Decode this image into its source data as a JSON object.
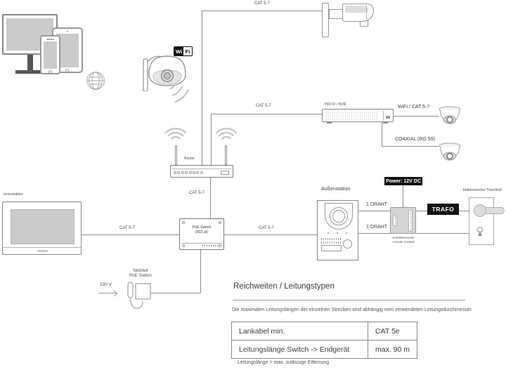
{
  "labels": {
    "cat57": "CAT 5-7",
    "wifi_cat57": "WiFi / CAT 5-7",
    "coaxial": "COAXIAL (RG 59)",
    "hdcvi_nvr": "HDCVI / NVR",
    "router": "Router",
    "wifi_badge_wi": "Wi",
    "wifi_badge_fi": "Fi",
    "innenstation": "Innenstation",
    "aussenstation": "Außenstation",
    "poe_switch_1": "PoE Switch",
    "poe_switch_2": "(802.af)",
    "netzteil_1": "Netzteil",
    "netzteil_2": "PoE Switch",
    "volt_230": "230 V",
    "one_draht": "1 DRAHT",
    "power_badge": "Power: 12V DC",
    "trafo_badge": "TRAFO",
    "access_1": "Zutrittskontrolle",
    "access_2": "Access Control",
    "tuerschloss": "Elektronischer Türschloß"
  },
  "legend": {
    "heading": "Reichweiten / Leitungstypen",
    "description": "Die maximalen Leitungslängen der einzelnen Strecken sind abhängig vom verwendeten Leitungsdurchmesser.",
    "footnote": "Leitungslänge = max. zulässige Etfernung",
    "table": {
      "rows": [
        {
          "label": "Lankabel min.",
          "value": "CAT 5e"
        },
        {
          "label": "Leitungslänge Switch -> Endgerät",
          "value": "max. 90 m"
        }
      ]
    }
  },
  "colors": {
    "line": "#8f8f8f",
    "text": "#4d4d4d",
    "badge_bg": "#121212",
    "badge_text": "#ffffff",
    "screen_fill": "#cbcbcb"
  }
}
